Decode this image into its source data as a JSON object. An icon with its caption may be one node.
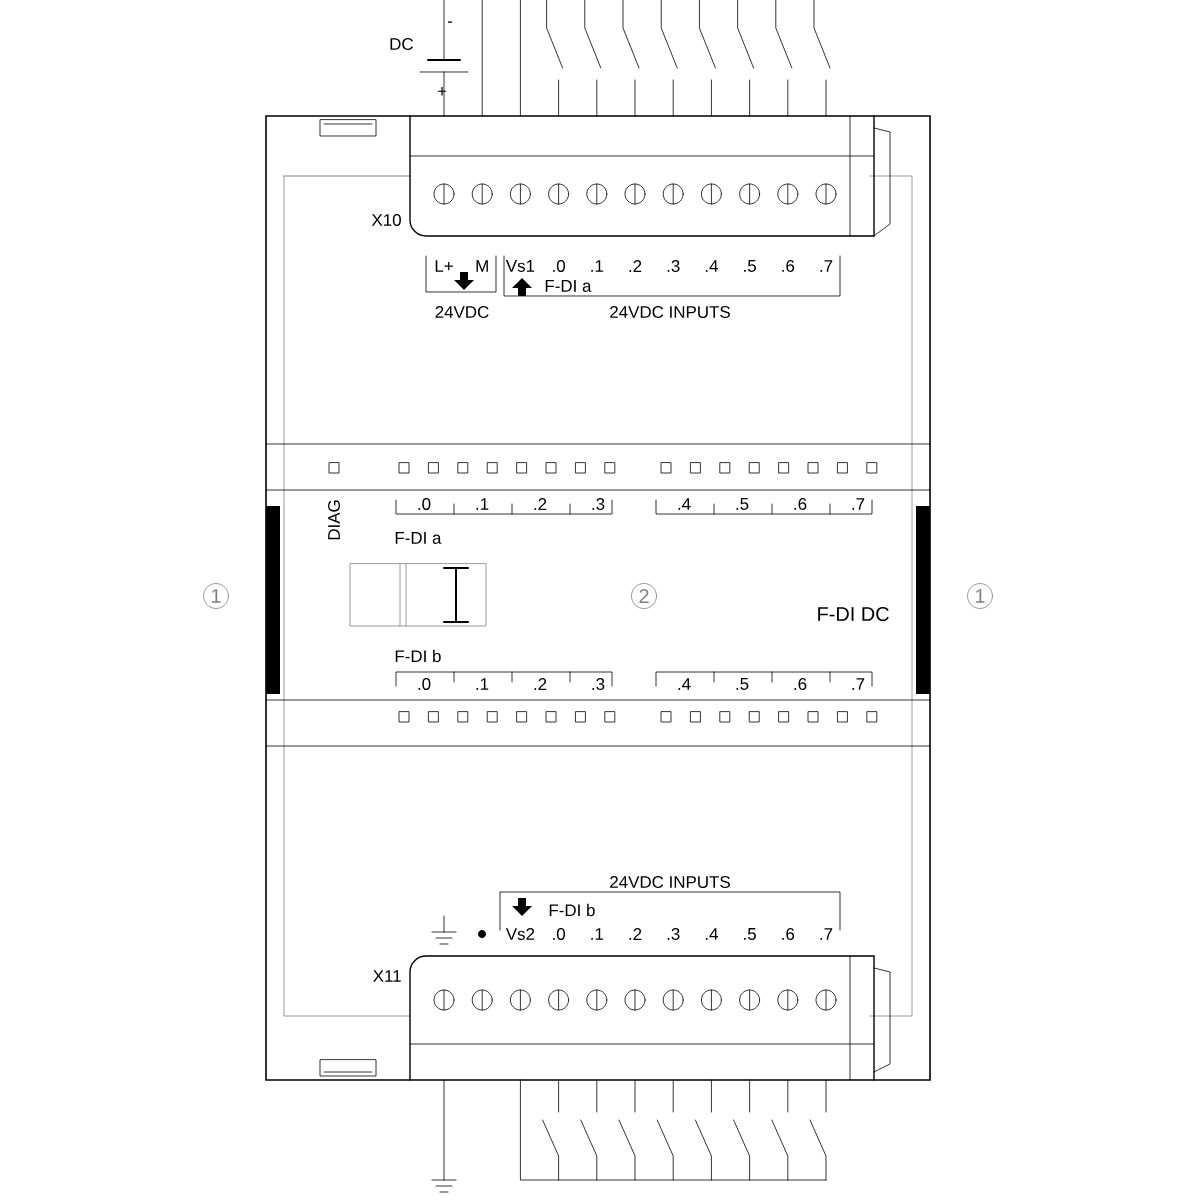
{
  "diagram": {
    "labels": [
      "DC",
      "-",
      "+",
      "X10",
      "L+",
      "M",
      "Vs1",
      ".0",
      ".1",
      ".2",
      ".3",
      ".4",
      ".5",
      ".6",
      ".7",
      "F-DI a",
      "24VDC",
      "24VDC INPUTS",
      "DIAG",
      ".0",
      ".1",
      ".2",
      ".3",
      ".4",
      ".5",
      ".6",
      ".7",
      "F-DI a",
      "1",
      "2",
      "F-DI DC",
      "1",
      "F-DI b",
      ".0",
      ".1",
      ".2",
      ".3",
      ".4",
      ".5",
      ".6",
      ".7",
      "24VDC INPUTS",
      "F-DI b",
      "Vs2",
      ".0",
      ".1",
      ".2",
      ".3",
      ".4",
      ".5",
      ".6",
      ".7",
      "X11"
    ]
  }
}
